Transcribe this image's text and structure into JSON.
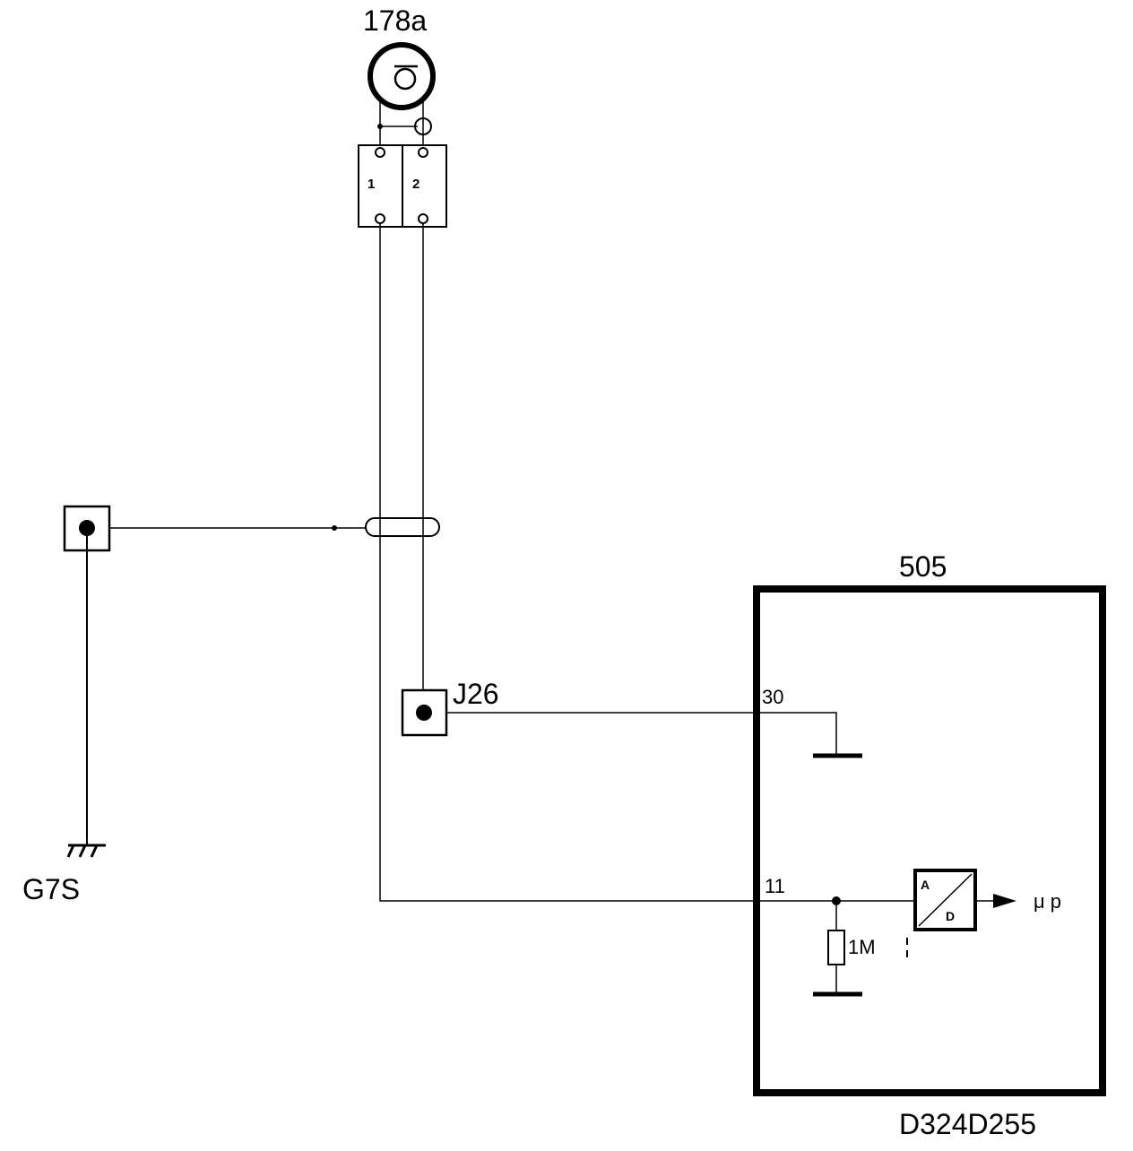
{
  "diagram": {
    "sensor": {
      "ref": "178a",
      "pin1": "1",
      "pin2": "2"
    },
    "ground_main": {
      "ref": "G7S"
    },
    "connector": {
      "ref": "J26"
    },
    "ecu": {
      "ref": "505",
      "pin_ground": "30",
      "pin_signal": "11",
      "resistor": "1M",
      "converter_in": "A",
      "converter_out": "D",
      "output": "μ p"
    },
    "doc_id": "D324D255"
  }
}
